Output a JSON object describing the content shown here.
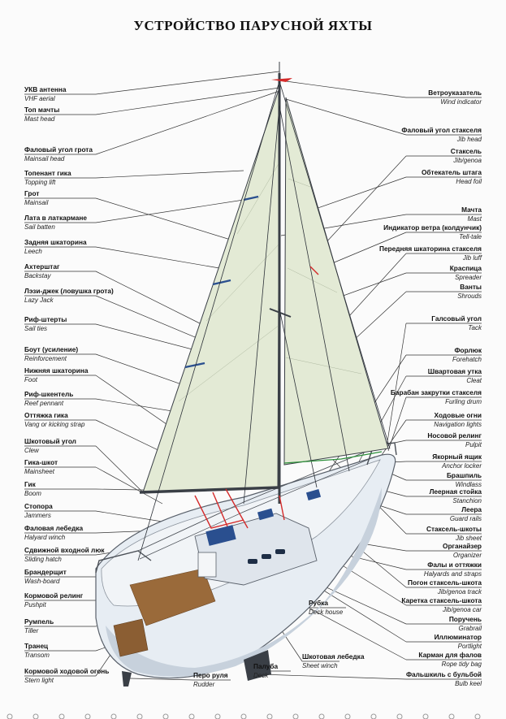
{
  "title": "УСТРОЙСТВО ПАРУСНОЙ ЯХТЫ",
  "left_labels": [
    {
      "ru": "УКВ антенна",
      "en": "VHF aerial"
    },
    {
      "ru": "Топ мачты",
      "en": "Mast head"
    },
    {
      "ru": "Фаловый угол грота",
      "en": "Mainsail head"
    },
    {
      "ru": "Топенант гика",
      "en": "Topping lift"
    },
    {
      "ru": "Грот",
      "en": "Mainsail"
    },
    {
      "ru": "Лата в латкармане",
      "en": "Sail batten"
    },
    {
      "ru": "Задняя шкаторина",
      "en": "Leech"
    },
    {
      "ru": "Ахтерштаг",
      "en": "Backstay"
    },
    {
      "ru": "Лэзи-джек (ловушка грота)",
      "en": "Lazy Jack"
    },
    {
      "ru": "Риф-штерты",
      "en": "Sail ties"
    },
    {
      "ru": "Боут (усиление)",
      "en": "Reinforcement"
    },
    {
      "ru": "Нижняя шкаторина",
      "en": "Foot"
    },
    {
      "ru": "Риф-шкентель",
      "en": "Reef pennant"
    },
    {
      "ru": "Оттяжка гика",
      "en": "Vang or kicking strap"
    },
    {
      "ru": "Шкотовый угол",
      "en": "Clew"
    },
    {
      "ru": "Гика-шкот",
      "en": "Mainsheet"
    },
    {
      "ru": "Гик",
      "en": "Boom"
    },
    {
      "ru": "Стопора",
      "en": "Jammers"
    },
    {
      "ru": "Фаловая лебедка",
      "en": "Halyard winch"
    },
    {
      "ru": "Сдвижной входной люк",
      "en": "Sliding hatch"
    },
    {
      "ru": "Брандерщит",
      "en": "Wash-board"
    },
    {
      "ru": "Кормовой релинг",
      "en": "Pushpit"
    },
    {
      "ru": "Румпель",
      "en": "Tiller"
    },
    {
      "ru": "Транец",
      "en": "Transom"
    },
    {
      "ru": "Кормовой ходовой огонь",
      "en": "Stern light"
    }
  ],
  "right_labels": [
    {
      "ru": "Ветроуказатель",
      "en": "Wind indicator"
    },
    {
      "ru": "Фаловый угол стакселя",
      "en": "Jib head"
    },
    {
      "ru": "Стаксель",
      "en": "Jib/genoa"
    },
    {
      "ru": "Обтекатель штага",
      "en": "Head foil"
    },
    {
      "ru": "Мачта",
      "en": "Mast"
    },
    {
      "ru": "Индикатор ветра (колдунчик)",
      "en": "Tell-tale"
    },
    {
      "ru": "Передняя шкаторина стакселя",
      "en": "Jib luff"
    },
    {
      "ru": "Краспица",
      "en": "Spreader"
    },
    {
      "ru": "Ванты",
      "en": "Shrouds"
    },
    {
      "ru": "Галсовый угол",
      "en": "Tack"
    },
    {
      "ru": "Форлюк",
      "en": "Forehatch"
    },
    {
      "ru": "Швартовая утка",
      "en": "Cleat"
    },
    {
      "ru": "Барабан закрутки стакселя",
      "en": "Furling drum"
    },
    {
      "ru": "Ходовые огни",
      "en": "Navigation lights"
    },
    {
      "ru": "Носовой релинг",
      "en": "Pulpit"
    },
    {
      "ru": "Якорный ящик",
      "en": "Anchor locker"
    },
    {
      "ru": "Брашпиль",
      "en": "Windlass"
    },
    {
      "ru": "Леерная стойка",
      "en": "Stanchion"
    },
    {
      "ru": "Леера",
      "en": "Guard rails"
    },
    {
      "ru": "Стаксель-шкоты",
      "en": "Jib sheet"
    },
    {
      "ru": "Органайзер",
      "en": "Organizer"
    },
    {
      "ru": "Фалы и оттяжки",
      "en": "Halyards and straps"
    },
    {
      "ru": "Погон стаксель-шкота",
      "en": "Jib/genoa track"
    },
    {
      "ru": "Каретка стаксель-шкота",
      "en": "Jib/genoa car"
    },
    {
      "ru": "Поручень",
      "en": "Grabrail"
    },
    {
      "ru": "Иллюминатор",
      "en": "Portlight"
    },
    {
      "ru": "Карман для фалов",
      "en": "Rope tidy bag"
    },
    {
      "ru": "Фальшкиль с бульбой",
      "en": "Bulb keel"
    }
  ],
  "center_labels": [
    {
      "ru": "Рубка",
      "en": "Deck house"
    },
    {
      "ru": "Шкотовая лебедка",
      "en": "Sheet winch"
    },
    {
      "ru": "Палуба",
      "en": "Deck"
    },
    {
      "ru": "Перо руля",
      "en": "Rudder"
    }
  ],
  "colors": {
    "sail_fill": "#e3ead5",
    "sail_edge": "#3a3f46",
    "hull_fill": "#e7edf3",
    "deck_wood": "#9a6a3a",
    "hatch_blue": "#2a4f8f",
    "line_red": "#d42a2a",
    "leader": "#333333",
    "title": "#111111"
  }
}
